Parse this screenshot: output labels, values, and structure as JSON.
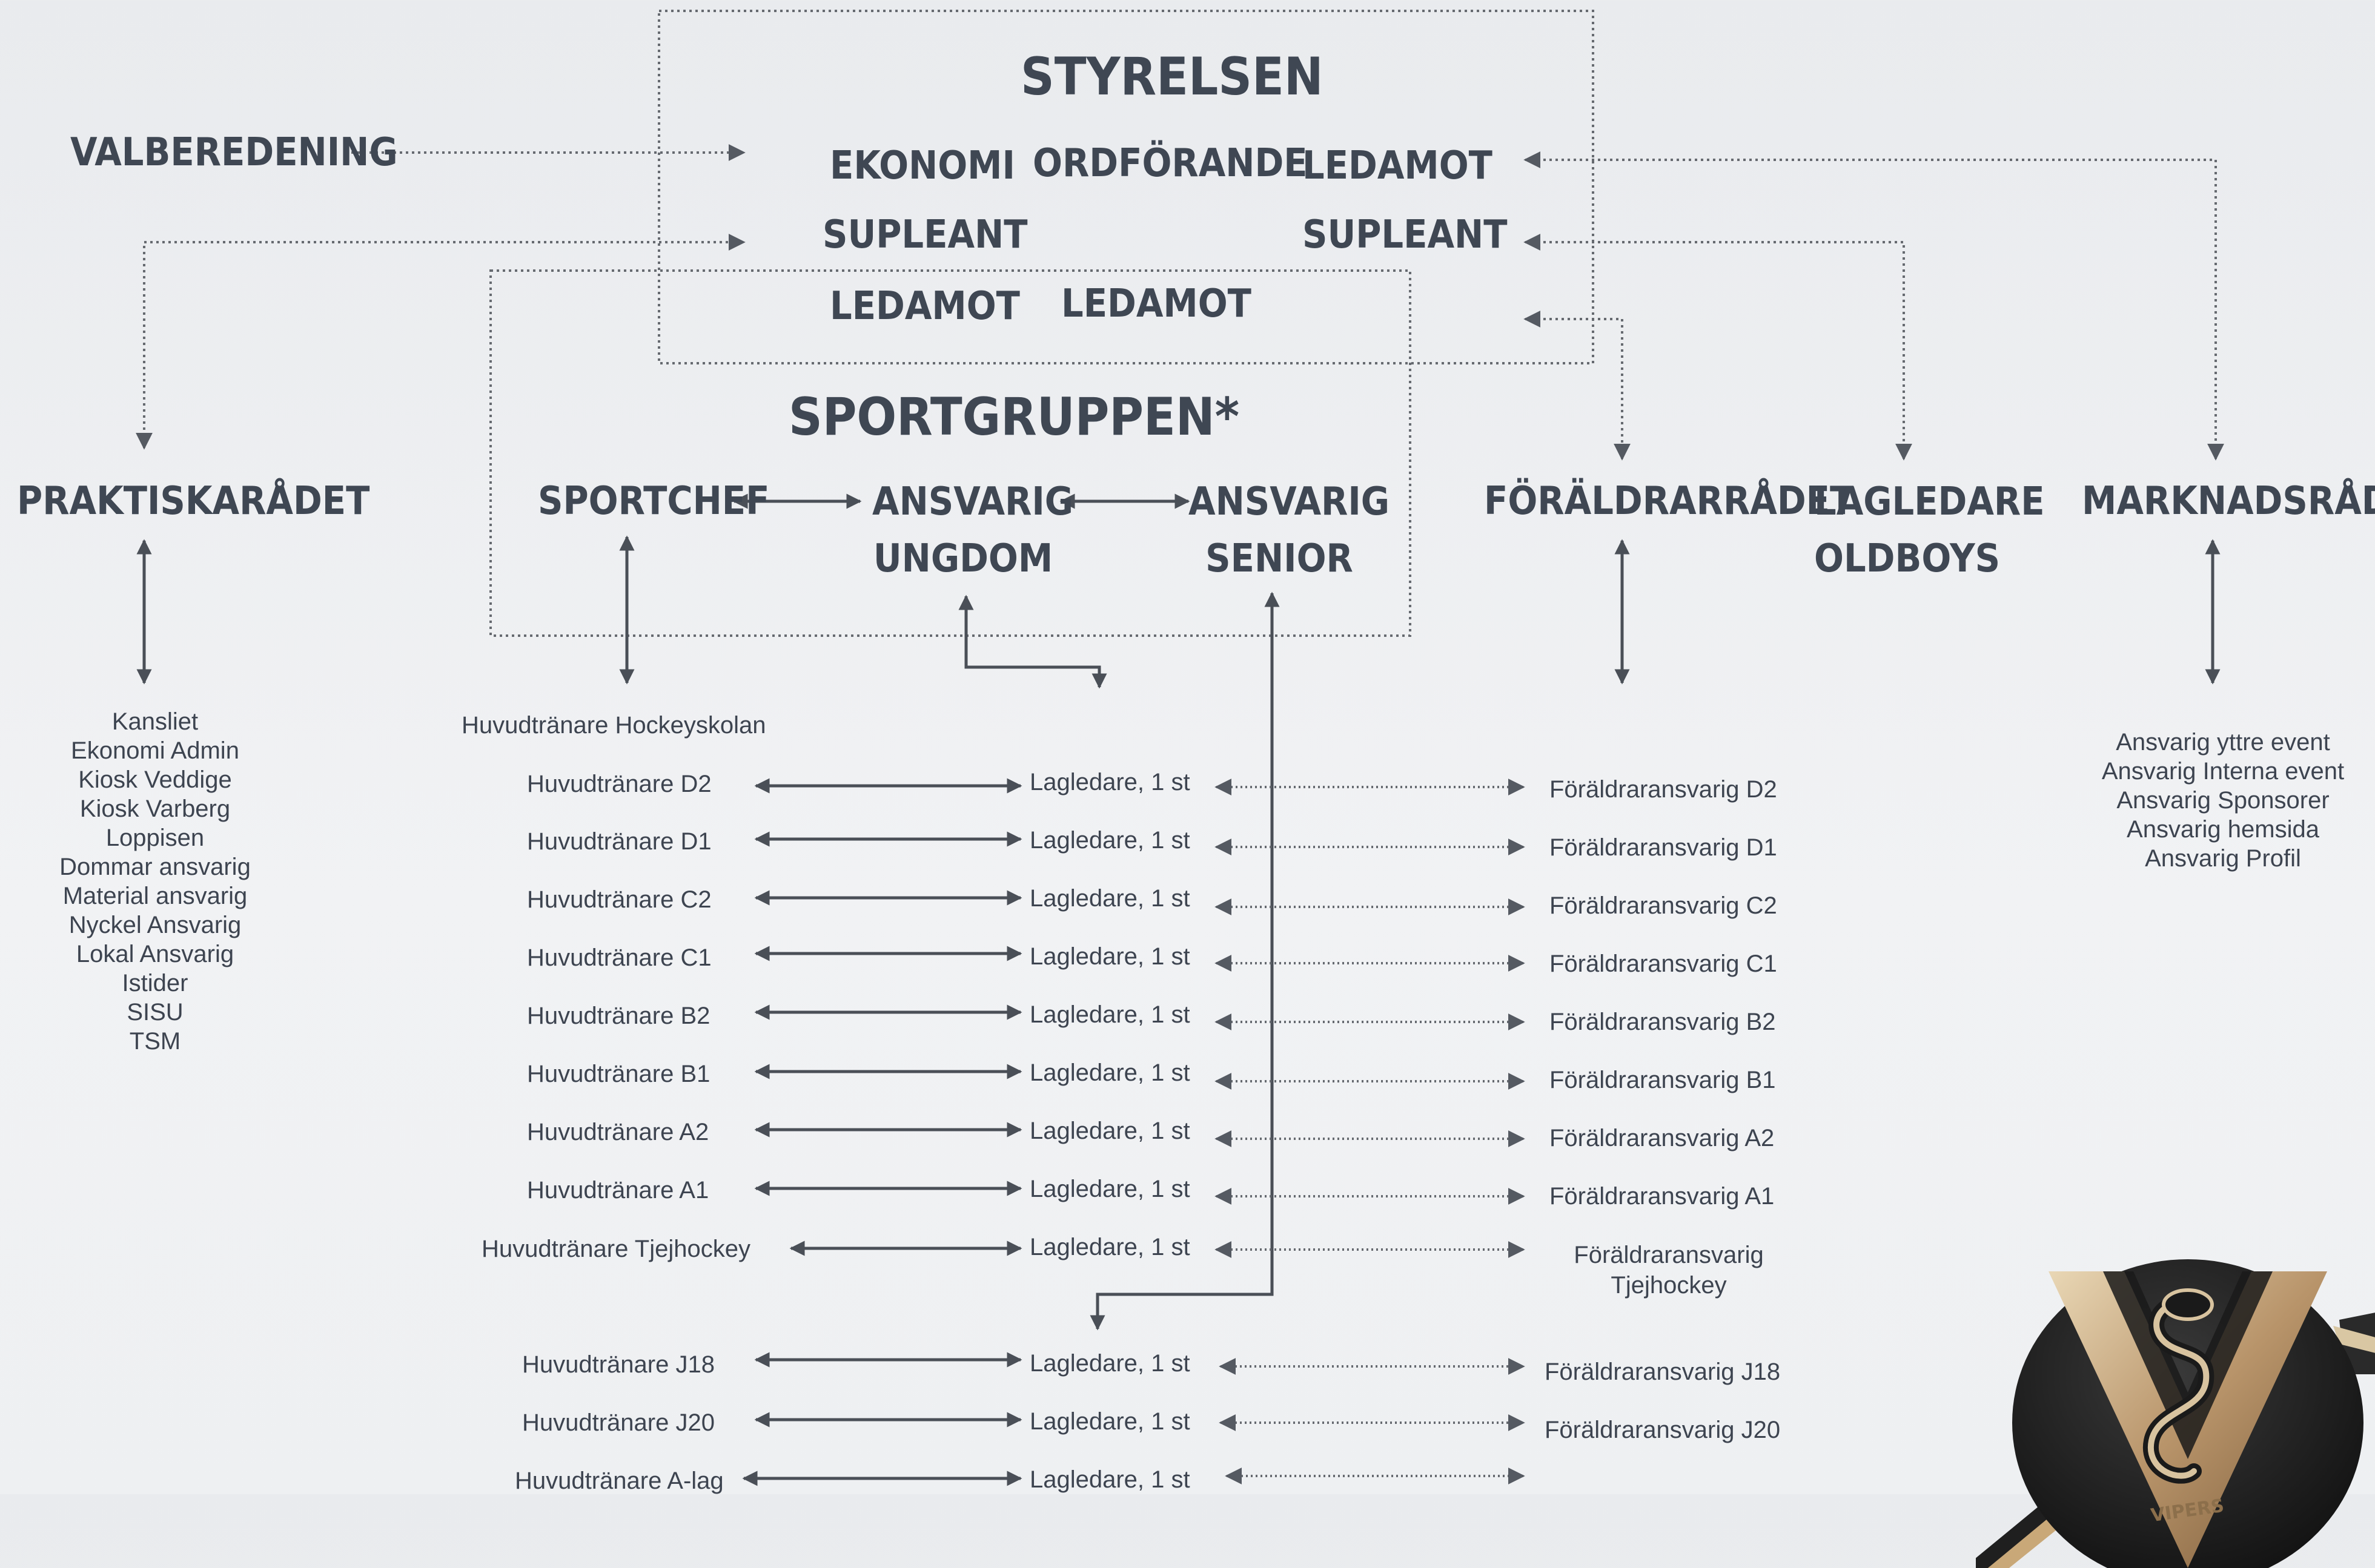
{
  "board": {
    "title": "STYRELSEN",
    "roles": [
      "EKONOMI",
      "ORDFÖRANDE",
      "LEDAMOT",
      "SUPLEANT",
      "SUPLEANT",
      "LEDAMOT",
      "LEDAMOT"
    ]
  },
  "valberedning": "VALBEREDENING",
  "sportgroup": {
    "title": "SPORTGRUPPEN*",
    "sportchef": "SPORTCHEF",
    "youth": [
      "ANSVARIG",
      "UNGDOM"
    ],
    "senior": [
      "ANSVARIG",
      "SENIOR"
    ]
  },
  "councils": {
    "praktisk": "PRAKTISKARÅDET",
    "foraldra": "FÖRÄLDRARRÅDET",
    "oldboys": [
      "LAGLEDARE",
      "OLDBOYS"
    ],
    "marknad": "MARKNADSRÅDET"
  },
  "praktisk_items": [
    "Kansliet",
    "Ekonomi Admin",
    "Kiosk Veddige",
    "Kiosk Varberg",
    "Loppisen",
    "Dommar ansvarig",
    "Material ansvarig",
    "Nyckel Ansvarig",
    "Lokal Ansvarig",
    "Istider",
    "SISU",
    "TSM"
  ],
  "marknad_items": [
    "Ansvarig yttre event",
    "Ansvarig Interna event",
    "Ansvarig Sponsorer",
    "Ansvarig  hemsida",
    "Ansvarig Profil"
  ],
  "hockeyskolan": "Huvudtränare Hockeyskolan",
  "teams": [
    {
      "coach": "Huvudtränare D2",
      "manager": "Lagledare, 1 st",
      "parent": "Föräldraransvarig D2"
    },
    {
      "coach": "Huvudtränare D1",
      "manager": "Lagledare, 1 st",
      "parent": "Föräldraransvarig D1"
    },
    {
      "coach": "Huvudtränare C2",
      "manager": "Lagledare, 1 st",
      "parent": "Föräldraransvarig C2"
    },
    {
      "coach": "Huvudtränare C1",
      "manager": "Lagledare, 1 st",
      "parent": "Föräldraransvarig C1"
    },
    {
      "coach": "Huvudtränare B2",
      "manager": "Lagledare, 1 st",
      "parent": "Föräldraransvarig B2"
    },
    {
      "coach": "Huvudtränare B1",
      "manager": "Lagledare, 1 st",
      "parent": "Föräldraransvarig B1"
    },
    {
      "coach": "Huvudtränare A2",
      "manager": "Lagledare, 1 st",
      "parent": "Föräldraransvarig A2"
    },
    {
      "coach": "Huvudtränare A1",
      "manager": "Lagledare, 1 st",
      "parent": "Föräldraransvarig A1"
    },
    {
      "coach": "Huvudtränare Tjejhockey",
      "manager": "Lagledare, 1 st",
      "parent": [
        "Föräldraransvarig",
        "Tjejhockey"
      ]
    }
  ],
  "senior_teams": [
    {
      "coach": "Huvudtränare J18",
      "manager": "Lagledare, 1 st",
      "parent": "Föräldraransvarig J18"
    },
    {
      "coach": "Huvudtränare J20",
      "manager": "Lagledare, 1 st",
      "parent": "Föräldraransvarig J20"
    },
    {
      "coach": "Huvudtränare A-lag",
      "manager": "Lagledare, 1 st",
      "parent": ""
    }
  ],
  "colors": {
    "text": "#3d4450",
    "line": "#4a4f57",
    "dotted": "#666a70",
    "background": "#eceef1"
  },
  "logo": {
    "icon": "cobra-v-logo",
    "text": "VIPERS"
  }
}
